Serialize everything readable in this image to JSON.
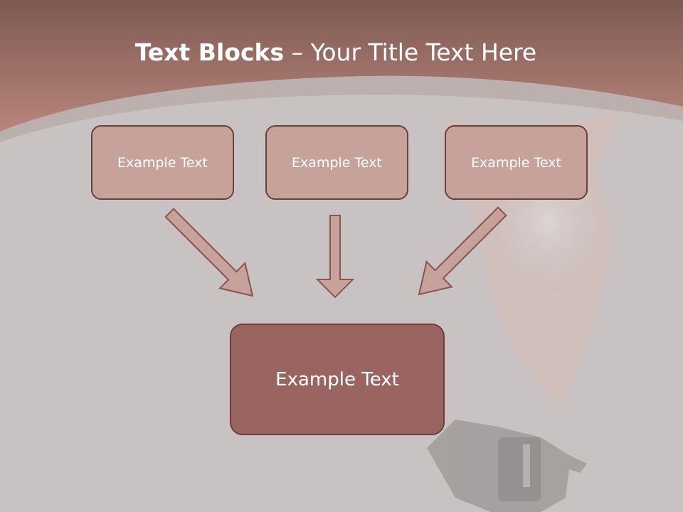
{
  "slide": {
    "title_bold": "Text Blocks",
    "title_dash": " – ",
    "title_rest": "Your Title Text Here"
  },
  "blocks": [
    {
      "label": "Example Text"
    },
    {
      "label": "Example Text"
    },
    {
      "label": "Example Text"
    }
  ],
  "result_block": {
    "label": "Example Text"
  },
  "colors": {
    "header_band": "#a07068",
    "background": "#c8c3c2",
    "small_box_fill": "#c7a29b",
    "main_box_fill": "#9a6461",
    "border": "#6b3f3a",
    "arrow_fill": "#c7a29b"
  },
  "decorations": [
    "cowboy-hat-figure-watermark",
    "revolver-watermark"
  ]
}
